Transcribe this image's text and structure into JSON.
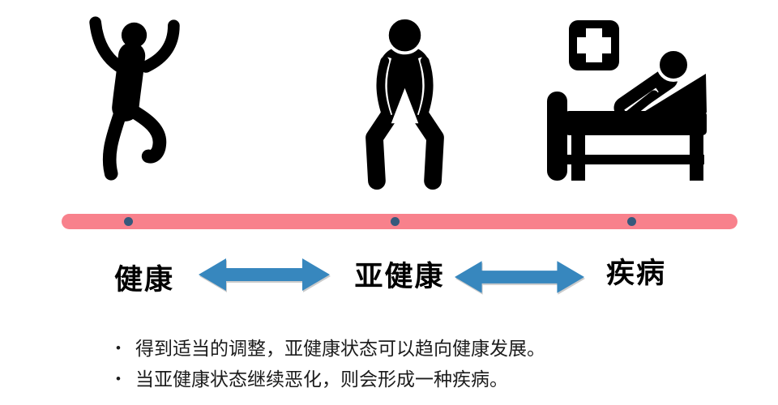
{
  "title": "health-subhealth-disease-spectrum",
  "stages": [
    {
      "label": "健康",
      "icon": "jumping-person-icon"
    },
    {
      "label": "亚健康",
      "icon": "slumped-person-icon"
    },
    {
      "label": "疾病",
      "icon": "hospital-bed-icon"
    }
  ],
  "arrows": [
    {
      "between": [
        "健康",
        "亚健康"
      ],
      "type": "bidirectional"
    },
    {
      "between": [
        "亚健康",
        "疾病"
      ],
      "type": "bidirectional"
    }
  ],
  "notes": {
    "bullet": "•",
    "items": [
      "得到适当的调整，亚健康状态可以趋向健康发展。",
      "当亚健康状态继续恶化，则会形成一种疾病。"
    ]
  },
  "colors": {
    "timeline_bar": "#F8818C",
    "timeline_dot": "#36597C",
    "arrow": "#3787BE",
    "icon": "#000000",
    "text": "#1C1C1C"
  }
}
